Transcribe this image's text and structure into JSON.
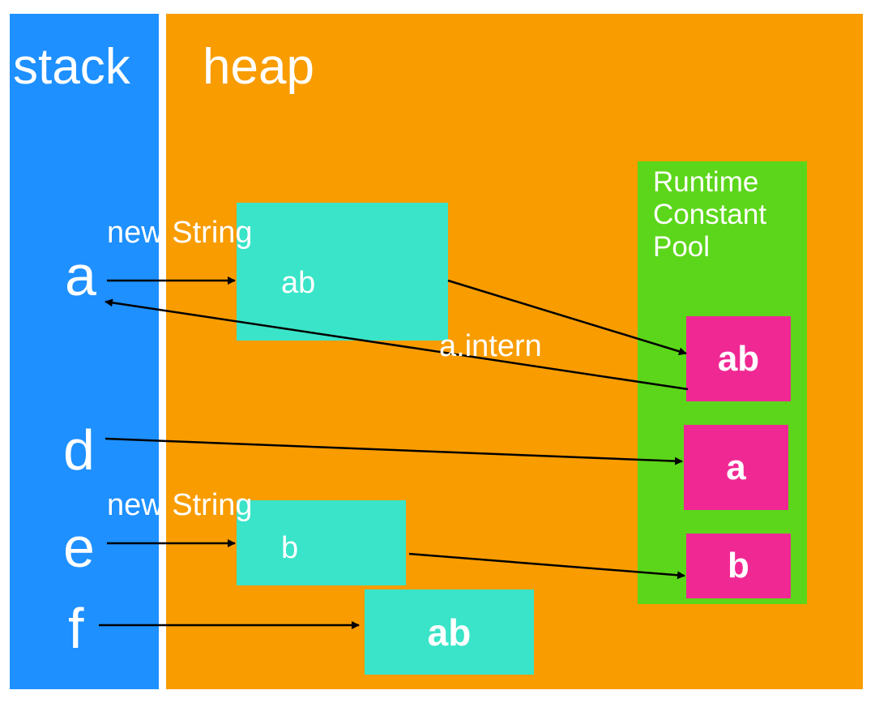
{
  "colors": {
    "stack": "#1e90ff",
    "heap": "#f89c00",
    "pool": "#5cd61a",
    "heap_object": "#3ae4c8",
    "pool_entry": "#f02894",
    "text": "#ffffff",
    "arrow": "#000000"
  },
  "stack": {
    "title": "stack",
    "variables": [
      "a",
      "d",
      "e",
      "f"
    ]
  },
  "heap": {
    "title": "heap",
    "objects": [
      "ab",
      "b",
      "ab"
    ]
  },
  "pool": {
    "title_lines": [
      "Runtime",
      "Constant",
      "Pool"
    ],
    "entries": [
      "ab",
      "a",
      "b"
    ]
  },
  "operations": {
    "new_string_1": "new String",
    "new_string_2": "new String",
    "intern": "a.intern"
  }
}
